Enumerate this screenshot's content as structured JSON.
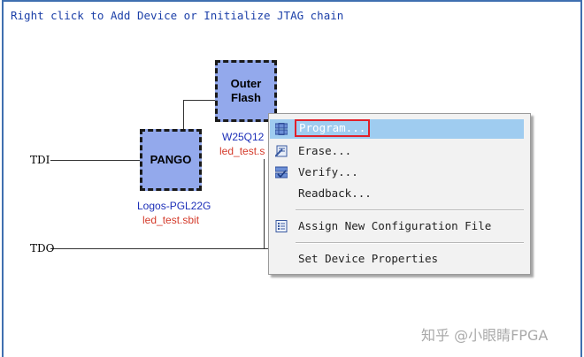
{
  "canvas": {
    "hint": "Right click to Add Device or Initialize JTAG chain",
    "tdi_label": "TDI",
    "tdo_label": "TDO"
  },
  "devices": {
    "fpga": {
      "name": "PANGO",
      "part": "Logos-PGL22G",
      "file": "led_test.sbit"
    },
    "flash": {
      "name_line1": "Outer",
      "name_line2": "Flash",
      "part": "W25Q12",
      "file": "led_test.s"
    }
  },
  "context_menu": {
    "items": [
      {
        "label": "Program...",
        "icon": "program-icon",
        "highlighted": true
      },
      {
        "label": "Erase...",
        "icon": "erase-icon"
      },
      {
        "label": "Verify...",
        "icon": "verify-icon"
      },
      {
        "label": "Readback...",
        "icon": ""
      },
      {
        "label": "Assign New Configuration File",
        "icon": "assign-file-icon"
      },
      {
        "label": "Set Device Properties",
        "icon": ""
      }
    ]
  },
  "watermark": "知乎 @小眼睛FPGA",
  "colors": {
    "border": "#3f6fb0",
    "chip_fill": "#93a9ec",
    "menu_highlight": "#9fccf0",
    "highlight_outline": "#e0202a",
    "label_blue": "#1c2fb8",
    "label_red": "#d43b2b"
  }
}
